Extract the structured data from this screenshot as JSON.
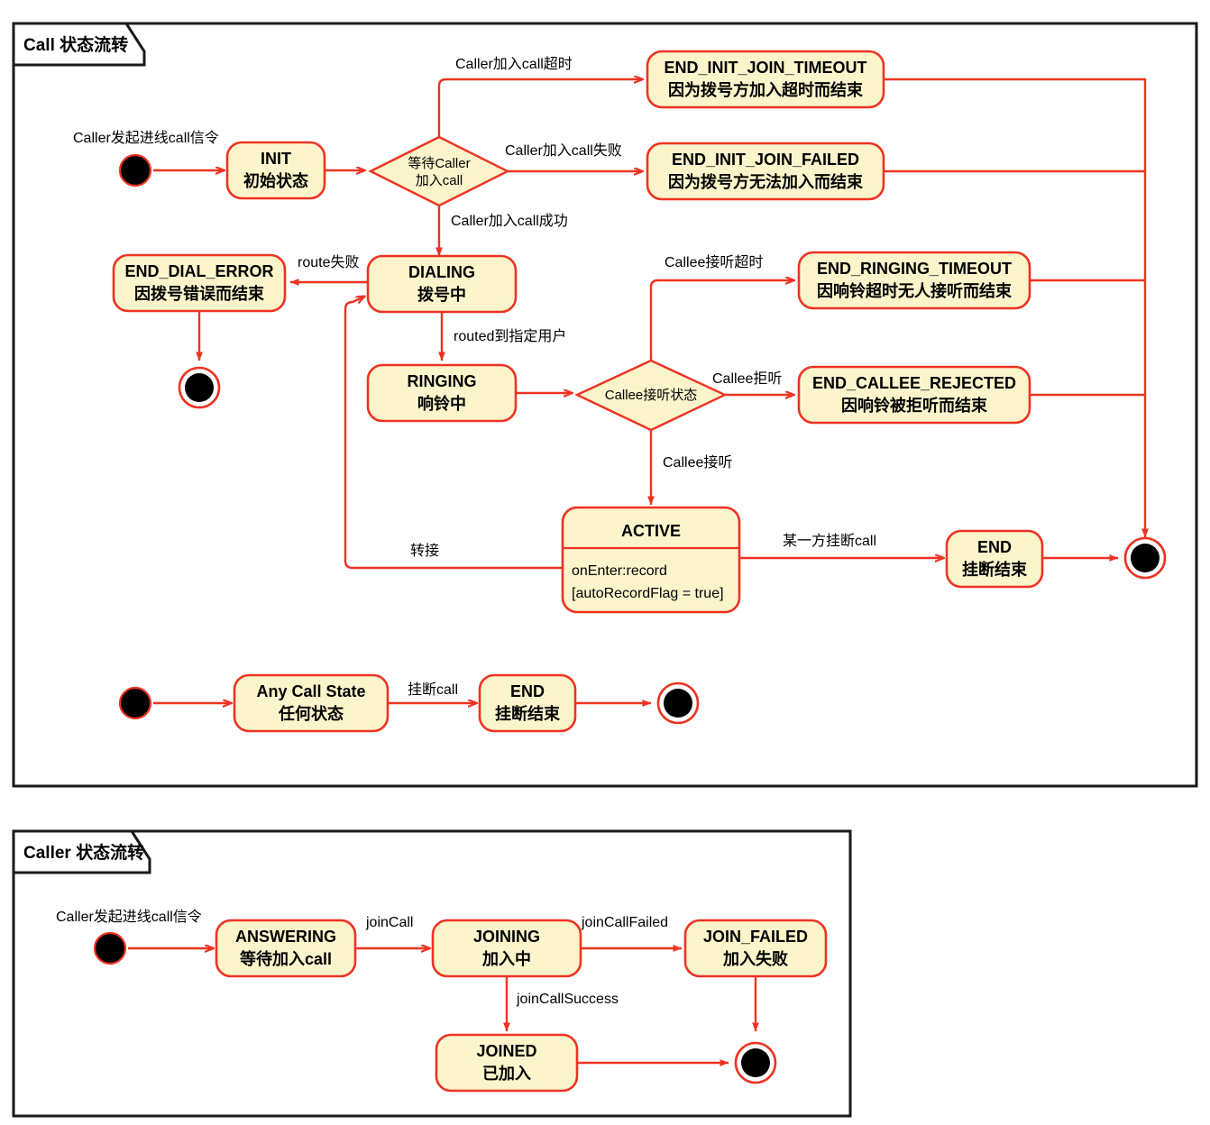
{
  "meta": {
    "accent_red": "#EE3322",
    "node_fill": "#FCF5CC",
    "frame_stroke": "#1A1A1A"
  },
  "frames": [
    {
      "id": "call",
      "title": "Call 状态流转"
    },
    {
      "id": "caller",
      "title": "Caller 状态流转"
    }
  ],
  "call_diagram": {
    "start_label": "Caller发起进线call信令",
    "nodes": {
      "init": {
        "title": "INIT",
        "sub": "初始状态"
      },
      "dialing": {
        "title": "DIALING",
        "sub": "拨号中"
      },
      "ringing": {
        "title": "RINGING",
        "sub": "响铃中"
      },
      "dial_error": {
        "title": "END_DIAL_ERROR",
        "sub": "因拨号错误而结束"
      },
      "init_join_timeout": {
        "title": "END_INIT_JOIN_TIMEOUT",
        "sub": "因为拨号方加入超时而结束"
      },
      "init_join_failed": {
        "title": "END_INIT_JOIN_FAILED",
        "sub": "因为拨号方无法加入而结束"
      },
      "ringing_timeout": {
        "title": "END_RINGING_TIMEOUT",
        "sub": "因响铃超时无人接听而结束"
      },
      "callee_rejected": {
        "title": "END_CALLEE_REJECTED",
        "sub": "因响铃被拒听而结束"
      },
      "active": {
        "title": "ACTIVE",
        "body1": "onEnter:record",
        "body2": "[autoRecordFlag = true]"
      },
      "end_hangup": {
        "title": "END",
        "sub": "挂断结束"
      },
      "any_state": {
        "title": "Any Call State",
        "sub": "任何状态"
      },
      "end_hangup2": {
        "title": "END",
        "sub": "挂断结束"
      }
    },
    "decisions": {
      "wait_caller": {
        "line1": "等待Caller",
        "line2": "加入call"
      },
      "callee_answer": {
        "line1": "Callee接听状态"
      }
    },
    "edges": {
      "join_timeout": "Caller加入call超时",
      "join_failed": "Caller加入call失败",
      "join_success": "Caller加入call成功",
      "route_failed": "route失败",
      "routed_to_user": "routed到指定用户",
      "callee_timeout": "Callee接听超时",
      "callee_reject": "Callee拒听",
      "callee_answer": "Callee接听",
      "transfer": "转接",
      "one_side_hangup": "某一方挂断call",
      "hangup_call": "挂断call"
    }
  },
  "caller_diagram": {
    "start_label": "Caller发起进线call信令",
    "nodes": {
      "answering": {
        "title": "ANSWERING",
        "sub": "等待加入call"
      },
      "joining": {
        "title": "JOINING",
        "sub": "加入中"
      },
      "join_failed": {
        "title": "JOIN_FAILED",
        "sub": "加入失败"
      },
      "joined": {
        "title": "JOINED",
        "sub": "已加入"
      }
    },
    "edges": {
      "join_call": "joinCall",
      "join_call_failed": "joinCallFailed",
      "join_call_success": "joinCallSuccess"
    }
  }
}
